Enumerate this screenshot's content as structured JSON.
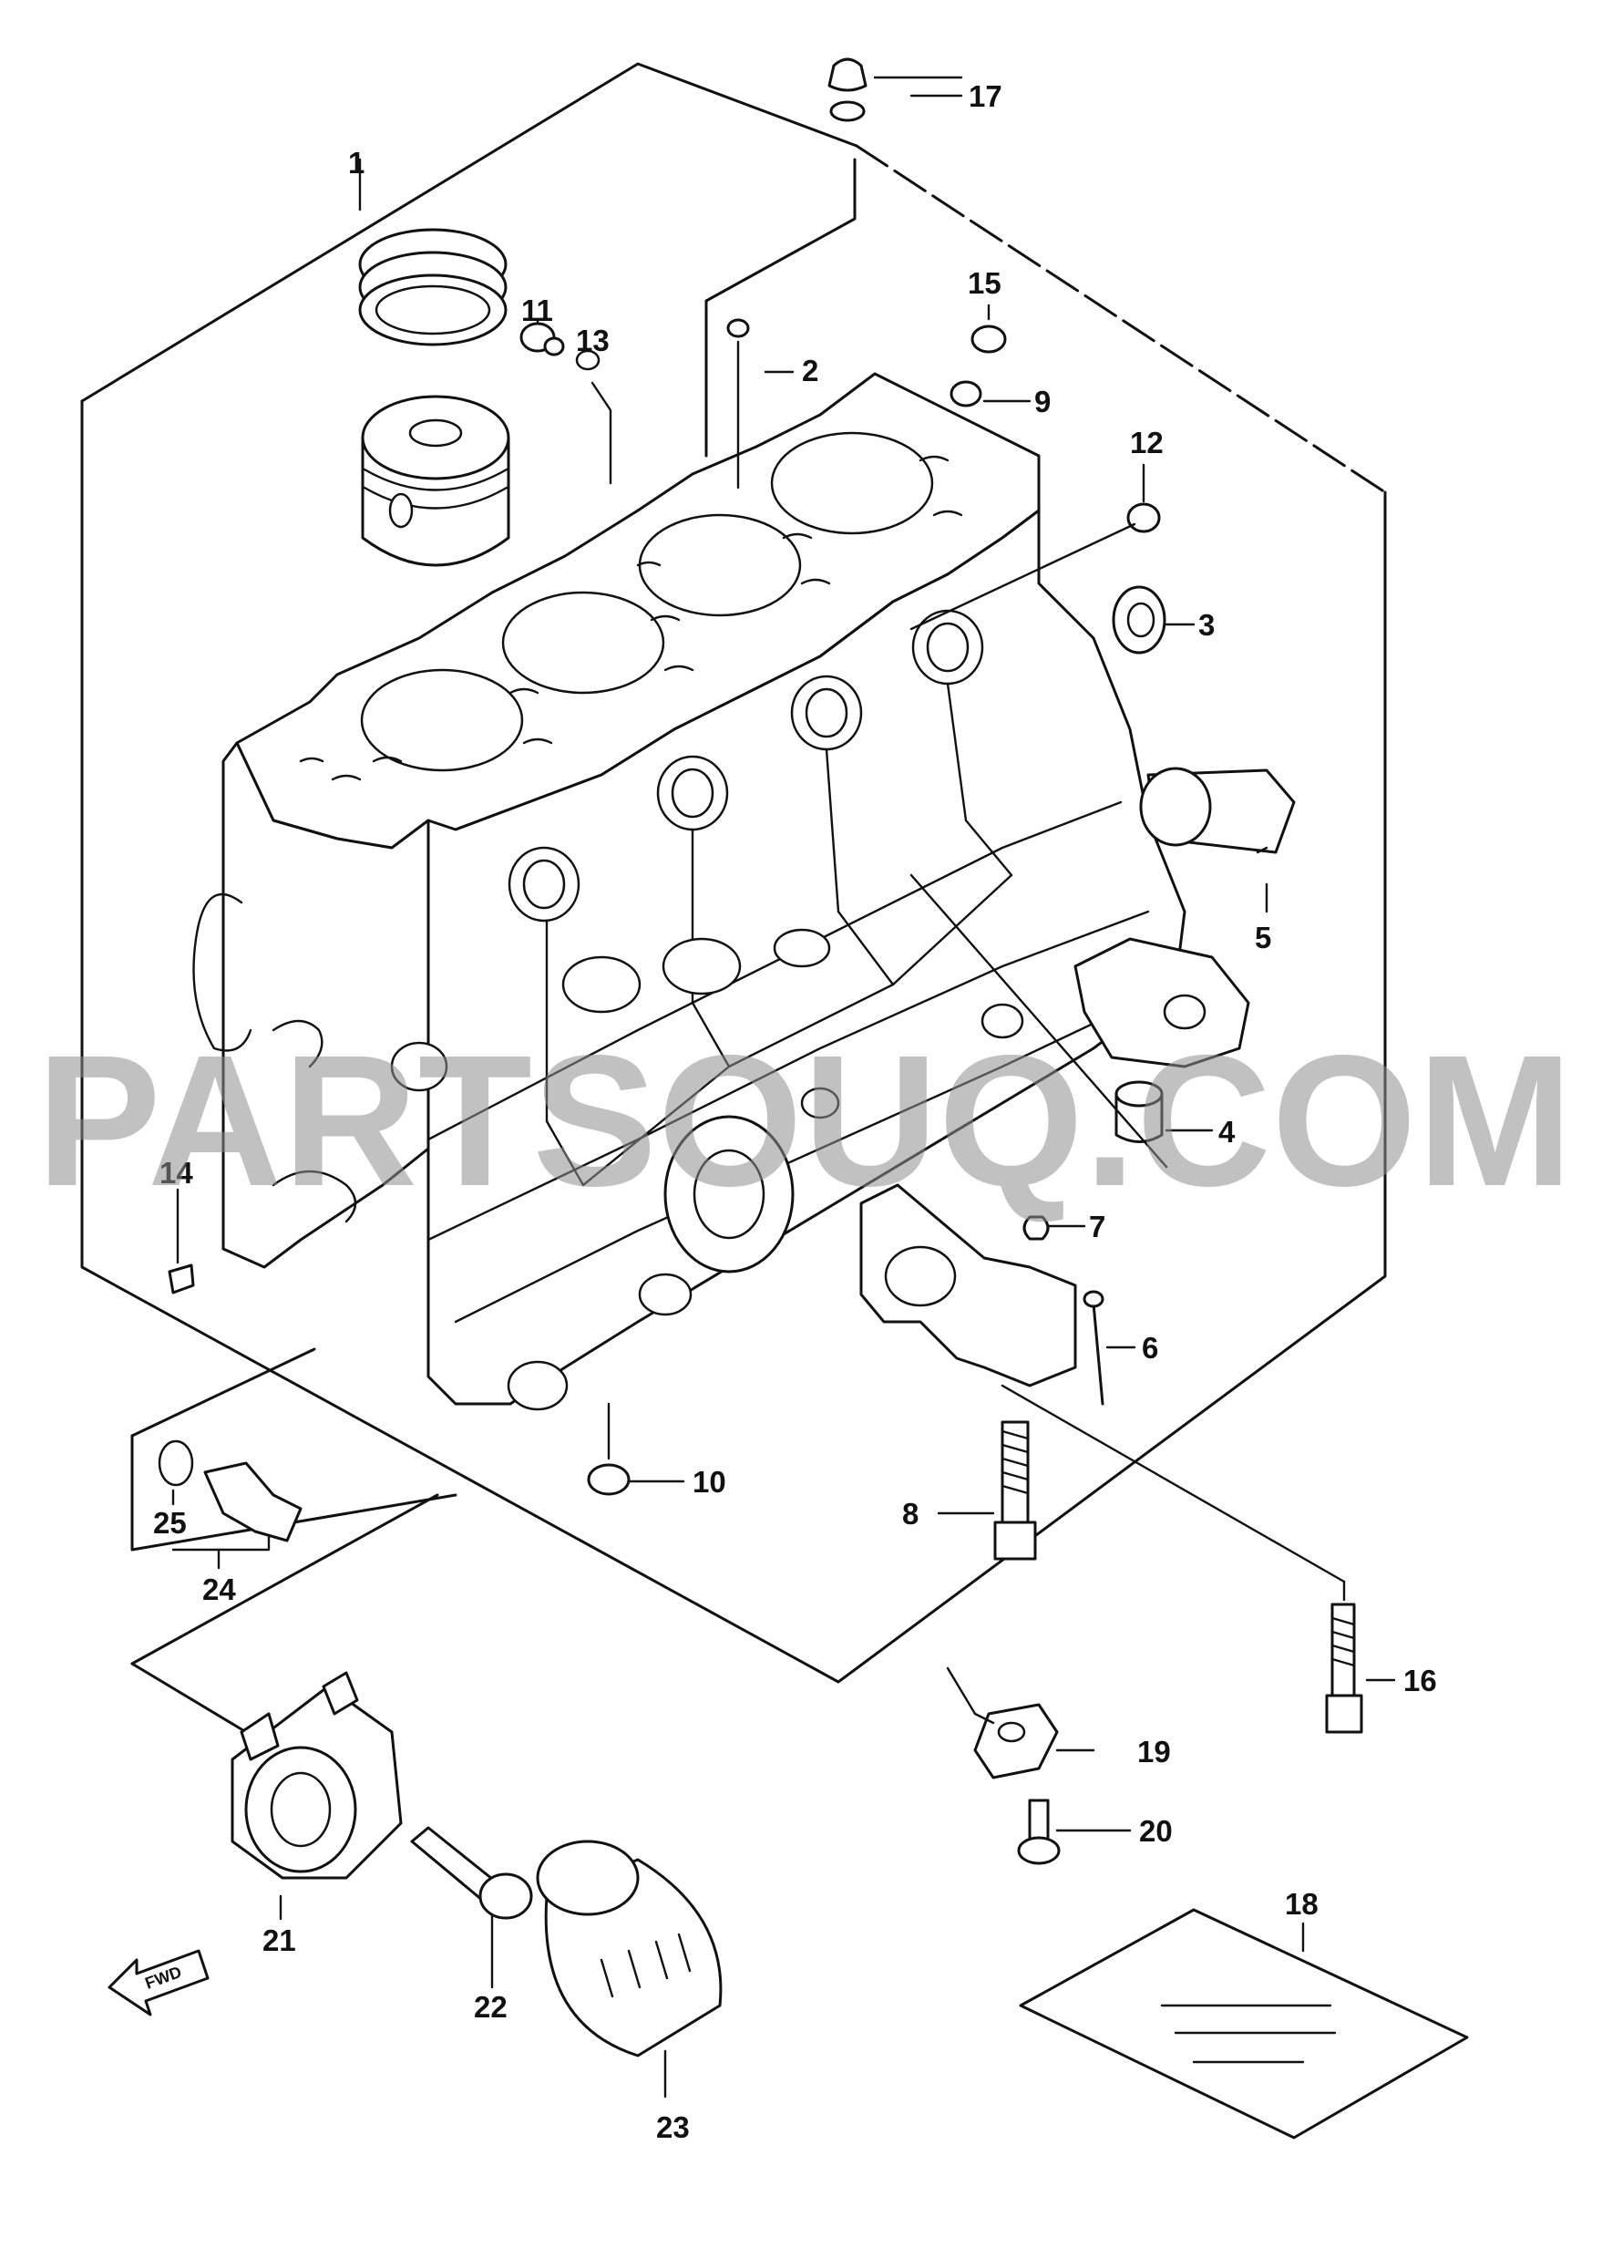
{
  "diagram": {
    "watermark": "PARTSOUQ.COM",
    "fwd_label": "FWD",
    "callouts": [
      "1",
      "2",
      "3",
      "4",
      "5",
      "6",
      "7",
      "8",
      "9",
      "10",
      "11",
      "12",
      "13",
      "14",
      "15",
      "16",
      "17",
      "18",
      "19",
      "20",
      "21",
      "22",
      "23",
      "24",
      "25"
    ]
  }
}
